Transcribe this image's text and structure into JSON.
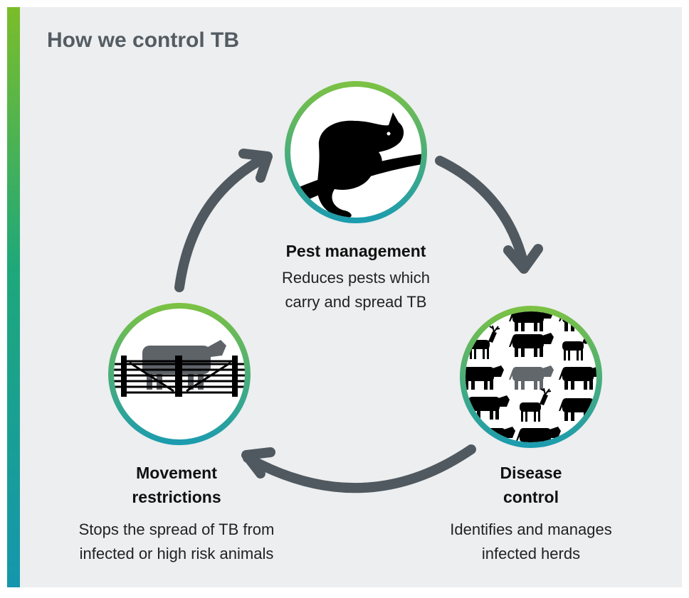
{
  "title": "How we control TB",
  "colors": {
    "green": "#7dc242",
    "teal": "#1a9bb0",
    "arrow": "#515960",
    "panel": "#eceeef"
  },
  "nodes": [
    {
      "id": "pest",
      "heading": "Pest management",
      "description_lines": [
        "Reduces pests which",
        "carry and spread TB"
      ],
      "icon": "possum-on-branch-icon"
    },
    {
      "id": "disease",
      "heading_lines": [
        "Disease",
        "control"
      ],
      "description_lines": [
        "Identifies and manages",
        "infected herds"
      ],
      "icon": "cattle-and-deer-herd-icon"
    },
    {
      "id": "movement",
      "heading_lines": [
        "Movement",
        "restrictions"
      ],
      "description_lines": [
        "Stops the spread of TB from",
        "infected or high risk animals"
      ],
      "icon": "cow-behind-gate-icon"
    }
  ]
}
